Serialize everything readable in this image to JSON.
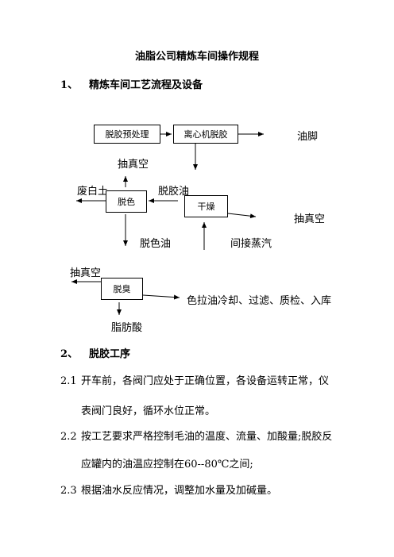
{
  "title": "油脂公司精炼车间操作规程",
  "section1": {
    "num": "1、",
    "title": "精炼车间工艺流程及设备"
  },
  "flow": {
    "box_pretreat": "脱胶预处理",
    "box_centrifuge": "离心机脱胶",
    "label_oil_foot": "油脚",
    "label_vacuum_top": "抽真空",
    "label_waste_clay": "废白土",
    "label_degummed_oil": "脱胶油",
    "box_bleach": "脱色",
    "box_dry": "干燥",
    "label_vacuum_right": "抽真空",
    "label_bleached_oil": "脱色油",
    "label_indirect_steam": "间接蒸汽",
    "label_vacuum_left": "抽真空",
    "box_deodor": "脱臭",
    "label_final": "色拉油冷却、过滤、质检、入库",
    "label_fatty_acid": "脂肪酸"
  },
  "section2": {
    "num": "2、",
    "title": "脱胶工序"
  },
  "items": [
    {
      "num": "2.1",
      "line1": "开车前，各阀门应处于正确位置，各设备运转正常，仪",
      "line2": "表阀门良好，循环水位正常。"
    },
    {
      "num": "2.2",
      "line1": "按工艺要求严格控制毛油的温度、流量、加酸量;脱胶反",
      "line2": "应罐内的油温应控制在60--80℃之间;"
    },
    {
      "num": "2.3",
      "line1": "根据油水反应情况，调整加水量及加碱量。",
      "line2": ""
    }
  ]
}
